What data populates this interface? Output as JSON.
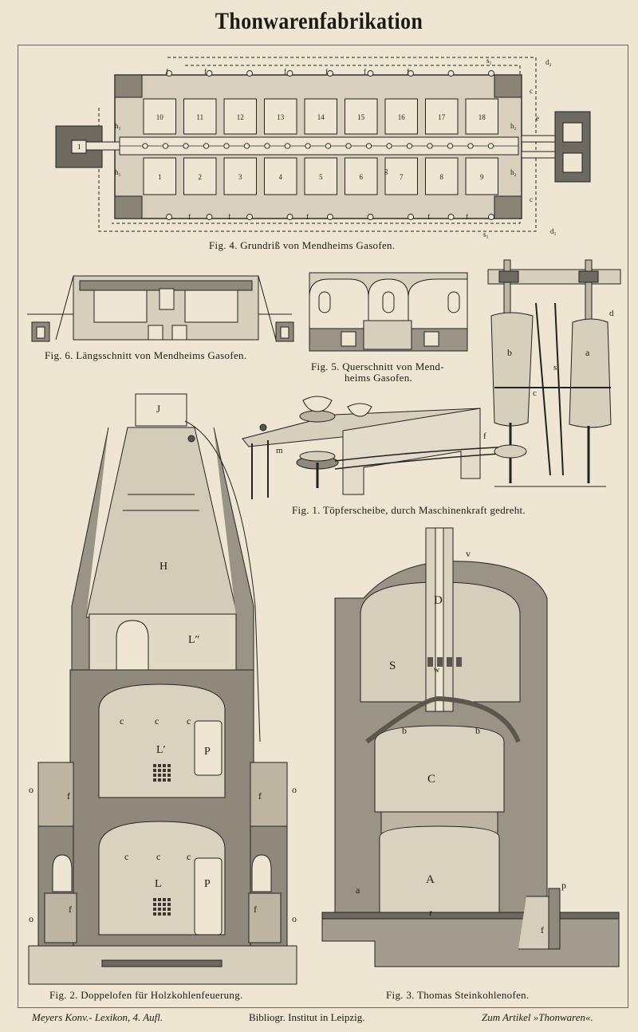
{
  "page": {
    "title": "Thonwarenfabrikation"
  },
  "figures": {
    "fig4": {
      "caption": "Fig. 4. Grundriß von Mendheims Gasofen.",
      "upper_chambers": [
        "10",
        "11",
        "12",
        "13",
        "14",
        "15",
        "16",
        "17",
        "18"
      ],
      "lower_chambers": [
        "1",
        "2",
        "3",
        "4",
        "5",
        "6",
        "7",
        "8",
        "9"
      ],
      "inlet_label": "1",
      "labels": {
        "f": "f",
        "h1": "h₁",
        "h2": "h₂",
        "c": "c",
        "s1": "s₁",
        "d1": "d₁",
        "d2": "d₂",
        "e": "e",
        "g": "g"
      }
    },
    "fig6": {
      "caption": "Fig. 6. Längsschnitt von Mendheims Gasofen."
    },
    "fig5": {
      "caption_line1": "Fig. 5. Querschnitt von Mend-",
      "caption_line2": "heims Gasofen."
    },
    "fig1": {
      "caption": "Fig. 1. Töpferscheibe, durch Maschinenkraft gedreht.",
      "labels": {
        "b": "b",
        "a": "a",
        "d": "d",
        "s": "s",
        "c": "c",
        "f": "f",
        "m": "m"
      }
    },
    "fig2": {
      "caption": "Fig. 2. Doppelofen für Holzkohlenfeuerung.",
      "labels": {
        "J": "J",
        "H": "H",
        "L2": "L″",
        "L1": "L′",
        "L": "L",
        "P": "P",
        "c": "c",
        "f": "f",
        "o": "o"
      }
    },
    "fig3": {
      "caption": "Fig. 3. Thomas Steinkohlenofen.",
      "labels": {
        "v": "v",
        "D": "D",
        "S": "S",
        "w": "w",
        "b": "b",
        "C": "C",
        "A": "A",
        "a": "a",
        "r": "r",
        "p": "p",
        "f": "f"
      }
    }
  },
  "footer": {
    "left": "Meyers Konv.- Lexikon, 4. Aufl.",
    "center": "Bibliogr. Institut in Leipzig.",
    "right": "Zum Artikel »Thonwaren«."
  }
}
